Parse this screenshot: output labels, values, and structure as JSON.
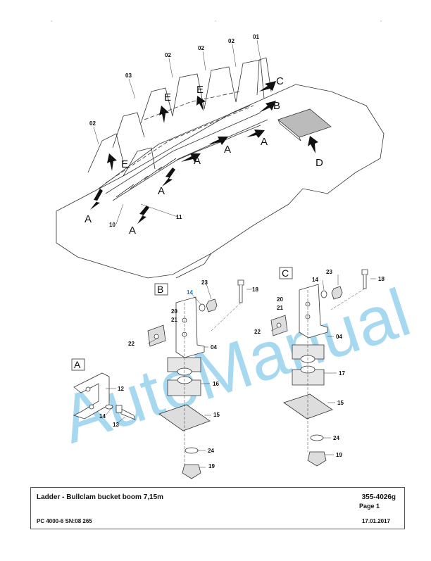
{
  "drawing": {
    "title": "Ladder - Bullclam bucket boom 7,15m",
    "doc_number": "355-4026g",
    "page": "Page 1",
    "model": "PC 4000-6 SN:08 265",
    "date": "17.01.2017",
    "watermark": "AutoManual",
    "view_letters": {
      "A": "A",
      "B": "B",
      "C": "C"
    },
    "arrow_labels": {
      "A": "A",
      "B": "B",
      "C": "C",
      "D": "D",
      "E": "E"
    },
    "callouts": {
      "c01": "01",
      "c02": "02",
      "c03": "03",
      "c04": "04",
      "c10": "10",
      "c11": "11",
      "c12": "12",
      "c13": "13",
      "c14": "14",
      "c15": "15",
      "c16": "16",
      "c17": "17",
      "c18": "18",
      "c19": "19",
      "c20": "20",
      "c21": "21",
      "c22": "22",
      "c23": "23",
      "c24": "24"
    },
    "colors": {
      "line": "#333333",
      "watermark": "#39a9dd",
      "highlight_callout": "#1a7bbf"
    }
  }
}
